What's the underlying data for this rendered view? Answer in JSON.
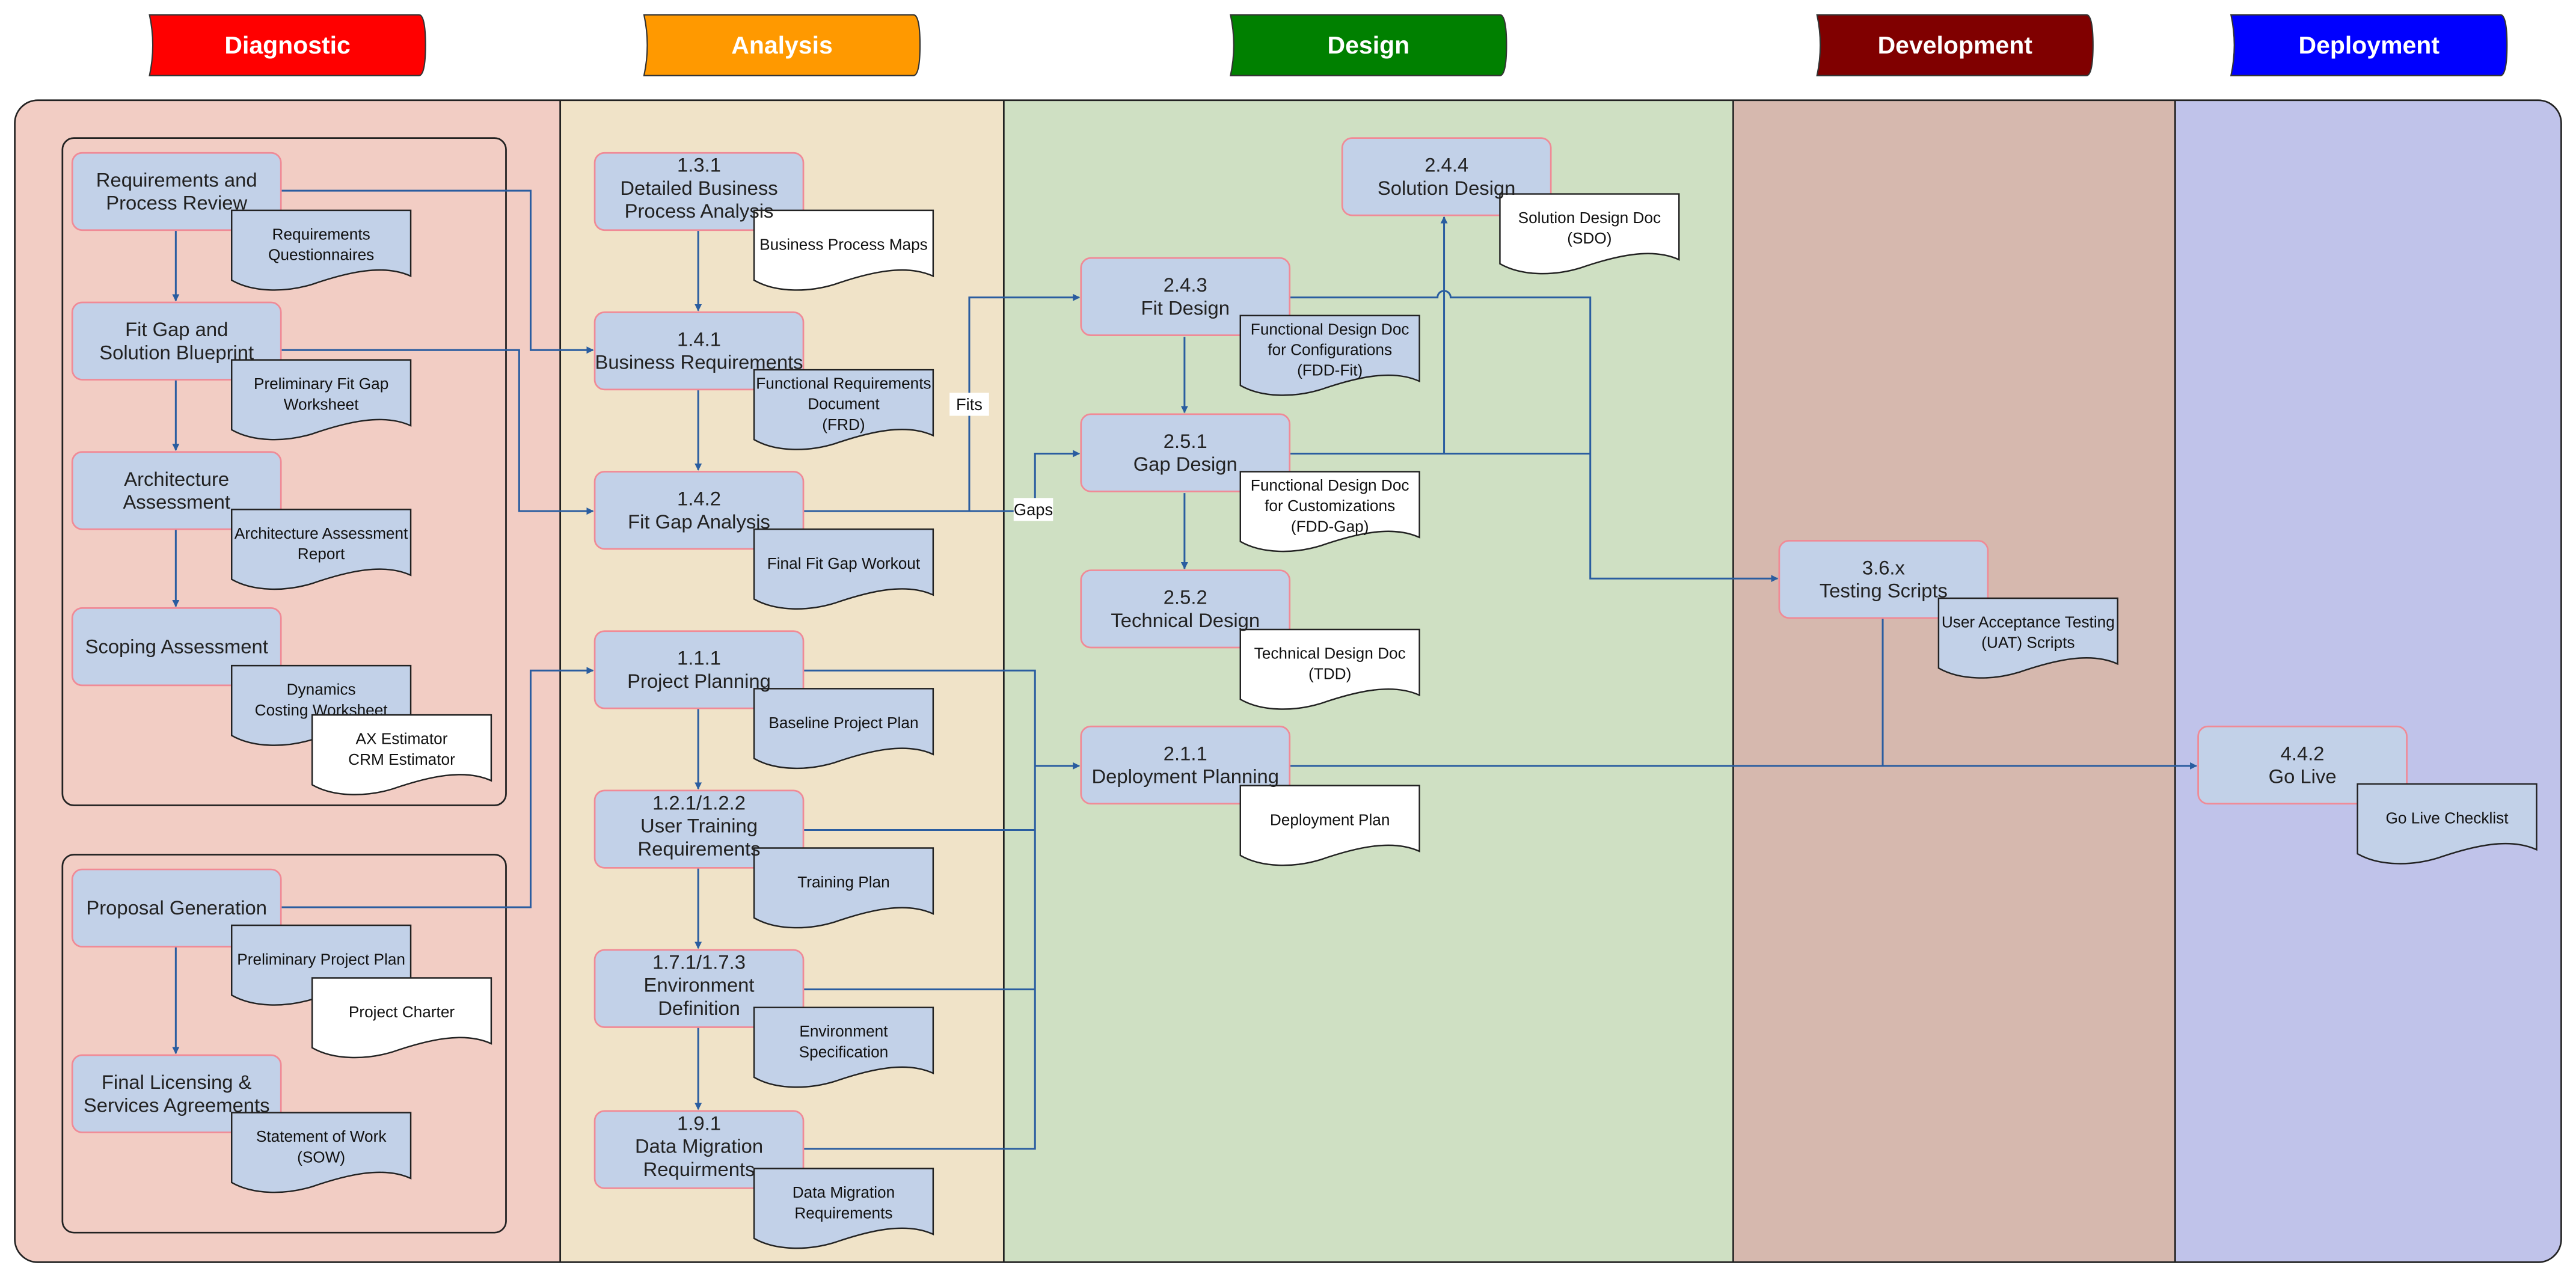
{
  "phases": [
    {
      "label": "Diagnostic",
      "color": "#ff0000",
      "lane_color": "#f2cdc4"
    },
    {
      "label": "Analysis",
      "color": "#ff9900",
      "lane_color": "#f0e3c8"
    },
    {
      "label": "Design",
      "color": "#008000",
      "lane_color": "#cfe0c3"
    },
    {
      "label": "Development",
      "color": "#800000",
      "lane_color": "#d6b8ae"
    },
    {
      "label": "Deployment",
      "color": "#0000ff",
      "lane_color": "#c0c3ea"
    }
  ],
  "colors": {
    "process_fill": "#c2d1e8",
    "process_border": "#f08a96",
    "connector": "#2a5da0",
    "doc_blue": "#c2d1e8",
    "doc_white": "#ffffff"
  },
  "processes": [
    {
      "lines": [
        "Requirements and",
        "Process Review"
      ]
    },
    {
      "lines": [
        "Fit Gap and",
        "Solution Blueprint"
      ]
    },
    {
      "lines": [
        "Architecture",
        "Assessment"
      ]
    },
    {
      "lines": [
        "Scoping Assessment"
      ]
    },
    {
      "lines": [
        "Proposal Generation"
      ]
    },
    {
      "lines": [
        "Final Licensing &",
        "Services Agreements"
      ]
    },
    {
      "lines": [
        "1.3.1",
        "Detailed Business",
        "Process Analysis"
      ]
    },
    {
      "lines": [
        "1.4.1",
        "Business Requirements"
      ]
    },
    {
      "lines": [
        "1.4.2",
        "Fit Gap Analysis"
      ]
    },
    {
      "lines": [
        "1.1.1",
        "Project Planning"
      ]
    },
    {
      "lines": [
        "1.2.1/1.2.2",
        "User Training",
        "Requirements"
      ]
    },
    {
      "lines": [
        "1.7.1/1.7.3",
        "Environment",
        "Definition"
      ]
    },
    {
      "lines": [
        "1.9.1",
        "Data Migration",
        "Requirments"
      ]
    },
    {
      "lines": [
        "2.4.4",
        "Solution Design"
      ]
    },
    {
      "lines": [
        "2.4.3",
        "Fit Design"
      ]
    },
    {
      "lines": [
        "2.5.1",
        "Gap Design"
      ]
    },
    {
      "lines": [
        "2.5.2",
        "Technical Design"
      ]
    },
    {
      "lines": [
        "2.1.1",
        "Deployment Planning"
      ]
    },
    {
      "lines": [
        "3.6.x",
        "Testing Scripts"
      ]
    },
    {
      "lines": [
        "4.4.2",
        "Go Live"
      ]
    }
  ],
  "documents": [
    {
      "lines": [
        "Requirements",
        "Questionnaires"
      ],
      "fill": "blue"
    },
    {
      "lines": [
        "Preliminary Fit Gap",
        "Worksheet"
      ],
      "fill": "blue"
    },
    {
      "lines": [
        "Architecture Assessment",
        "Report"
      ],
      "fill": "blue"
    },
    {
      "lines": [
        "Dynamics",
        "Costing Worksheet"
      ],
      "fill": "blue"
    },
    {
      "lines": [
        "AX Estimator",
        "CRM Estimator"
      ],
      "fill": "white"
    },
    {
      "lines": [
        "Preliminary Project Plan"
      ],
      "fill": "blue"
    },
    {
      "lines": [
        "Project Charter"
      ],
      "fill": "white"
    },
    {
      "lines": [
        "Statement of Work",
        "(SOW)"
      ],
      "fill": "blue"
    },
    {
      "lines": [
        "Business Process Maps"
      ],
      "fill": "white"
    },
    {
      "lines": [
        "Functional Requirements",
        "Document",
        "(FRD)"
      ],
      "fill": "blue"
    },
    {
      "lines": [
        "Final Fit Gap Workout"
      ],
      "fill": "blue"
    },
    {
      "lines": [
        "Baseline Project Plan"
      ],
      "fill": "blue"
    },
    {
      "lines": [
        "Training Plan"
      ],
      "fill": "blue"
    },
    {
      "lines": [
        "Environment",
        "Specification"
      ],
      "fill": "blue"
    },
    {
      "lines": [
        "Data Migration",
        "Requirements"
      ],
      "fill": "blue"
    },
    {
      "lines": [
        "Solution Design Doc",
        "(SDO)"
      ],
      "fill": "white"
    },
    {
      "lines": [
        "Functional Design Doc",
        "for Configurations",
        "(FDD-Fit)"
      ],
      "fill": "blue"
    },
    {
      "lines": [
        "Functional Design Doc",
        "for Customizations",
        "(FDD-Gap)"
      ],
      "fill": "white"
    },
    {
      "lines": [
        "Technical Design Doc",
        "(TDD)"
      ],
      "fill": "white"
    },
    {
      "lines": [
        "Deployment Plan"
      ],
      "fill": "white"
    },
    {
      "lines": [
        "User Acceptance Testing",
        "(UAT) Scripts"
      ],
      "fill": "blue"
    },
    {
      "lines": [
        "Go Live Checklist"
      ],
      "fill": "blue"
    }
  ],
  "connector_labels": {
    "fits": "Fits",
    "gaps": "Gaps"
  }
}
